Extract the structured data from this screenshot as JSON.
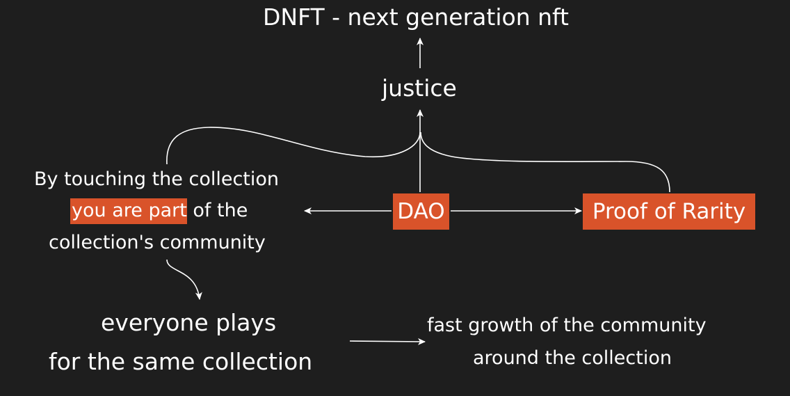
{
  "title": "DNFT - next generation nft",
  "nodes": {
    "justice": "justice",
    "dao": "DAO",
    "proof_of_rarity": "Proof of Rarity",
    "touching": {
      "line1": "By touching the collection",
      "line2_highlight": "you are part",
      "line2_rest": " of the",
      "line3": "collection's community"
    },
    "everyone": {
      "line1": "everyone plays",
      "line2": "for the same collection"
    },
    "growth": {
      "line1": "fast growth of the community",
      "line2": "around the collection"
    }
  },
  "colors": {
    "background": "#1e1e1e",
    "highlight": "#d9532a",
    "text": "#ffffff",
    "stroke": "#ffffff"
  }
}
